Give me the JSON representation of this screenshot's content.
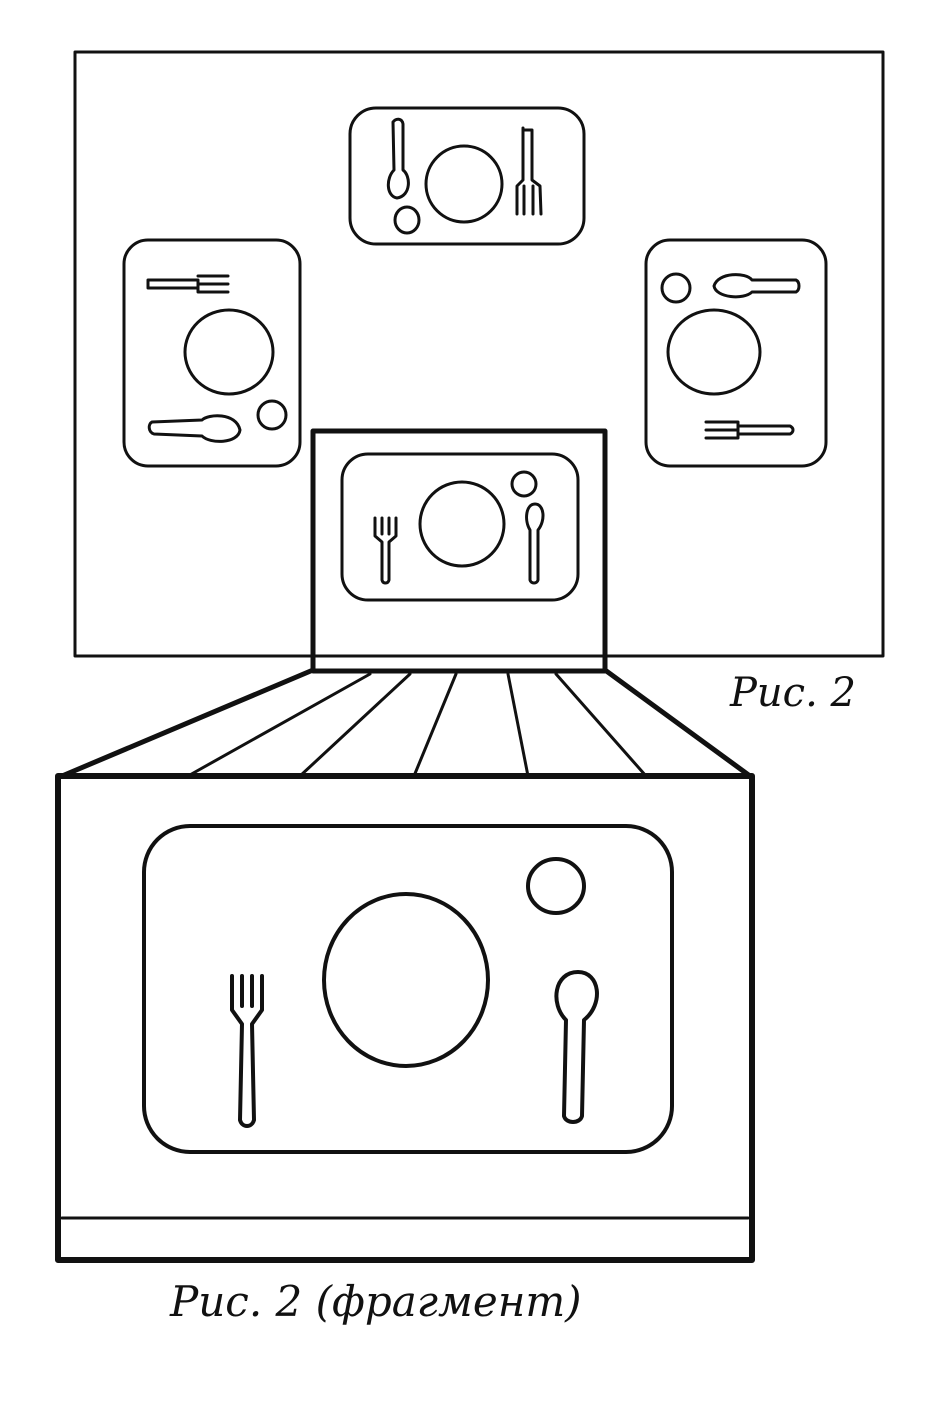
{
  "figure": {
    "caption_main": "Рис. 2",
    "caption_fragment": "Рис. 2 (фрагмент)"
  },
  "table_top": {
    "place_settings": [
      {
        "position": "top",
        "items": [
          "plate",
          "spoon",
          "fork",
          "cup"
        ]
      },
      {
        "position": "left",
        "items": [
          "plate",
          "fork",
          "spoon",
          "cup"
        ]
      },
      {
        "position": "right",
        "items": [
          "plate",
          "spoon",
          "fork",
          "cup"
        ]
      },
      {
        "position": "bottom",
        "items": [
          "plate",
          "fork",
          "spoon",
          "cup"
        ],
        "highlighted": true
      }
    ]
  },
  "fragment": {
    "items": [
      "placemat",
      "plate",
      "fork",
      "spoon",
      "cup"
    ]
  },
  "colors": {
    "ink": "#111111",
    "paper": "#ffffff"
  }
}
